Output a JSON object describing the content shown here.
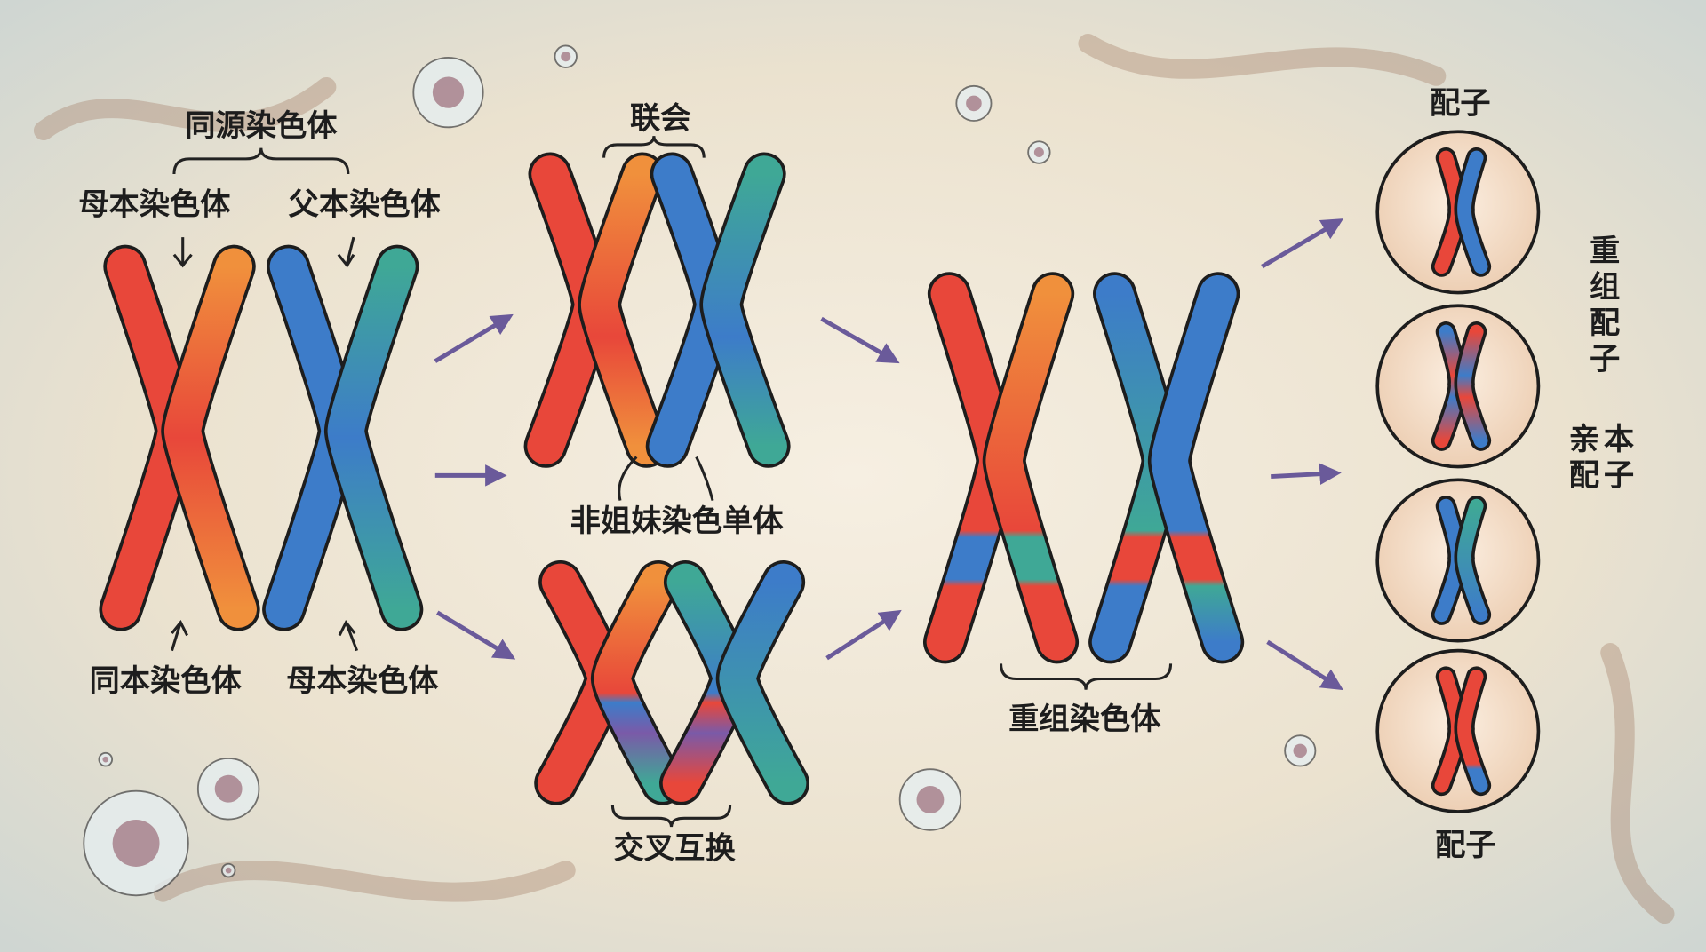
{
  "labels": {
    "homologous": "同源染色体",
    "maternal_top": "母本染色体",
    "paternal_top": "父本染色体",
    "bottom_left": "同本染色体",
    "bottom_right": "母本染色体",
    "synapsis": "联会",
    "non_sister": "非姐妹染色单体",
    "crossover": "交叉互换",
    "recombinant": "重组染色体",
    "gamete_top": "配子",
    "gamete_bottom": "配子",
    "recombinant_gametes": [
      "重",
      "组",
      "配",
      "子"
    ],
    "parental_gametes": [
      "亲",
      "本",
      "配",
      "子"
    ]
  },
  "colors": {
    "red": "#e8473a",
    "orange": "#f0903c",
    "blue": "#3d7cc9",
    "teal": "#3fa896",
    "purple": "#7a5aa8",
    "arrow": "#6a5a9a"
  }
}
